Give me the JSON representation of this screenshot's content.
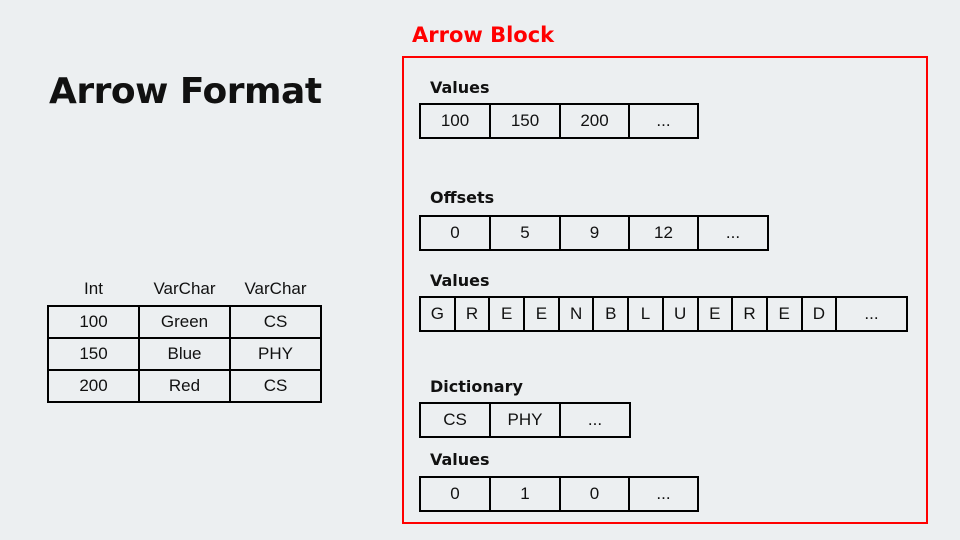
{
  "slide": {
    "title": "Arrow Format",
    "block_label": "Arrow Block"
  },
  "colors": {
    "block_border": "#ff0000",
    "block_label": "#ff0000",
    "background": "#eceff1"
  },
  "source_table": {
    "headers": [
      "Int",
      "VarChar",
      "VarChar"
    ],
    "rows": [
      [
        "100",
        "Green",
        "CS"
      ],
      [
        "150",
        "Blue",
        "PHY"
      ],
      [
        "200",
        "Red",
        "CS"
      ]
    ]
  },
  "int_column": {
    "label": "Values",
    "cells": [
      "100",
      "150",
      "200",
      "..."
    ]
  },
  "varchar_offsets": {
    "label": "Offsets",
    "cells": [
      "0",
      "5",
      "9",
      "12",
      "..."
    ]
  },
  "varchar_values": {
    "label": "Values",
    "cells": [
      "G",
      "R",
      "E",
      "E",
      "N",
      "B",
      "L",
      "U",
      "E",
      "R",
      "E",
      "D",
      "..."
    ]
  },
  "dictionary": {
    "label": "Dictionary",
    "cells": [
      "CS",
      "PHY",
      "..."
    ]
  },
  "dict_values": {
    "label": "Values",
    "cells": [
      "0",
      "1",
      "0",
      "..."
    ]
  }
}
